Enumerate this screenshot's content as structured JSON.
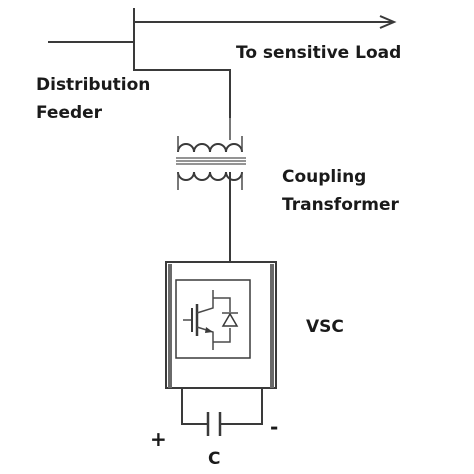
{
  "labels": {
    "load": "To sensitive Load",
    "feeder_line1": "Distribution",
    "feeder_line2": "Feeder",
    "transformer_line1": "Coupling",
    "transformer_line2": "Transformer",
    "converter": "VSC",
    "capacitor": "C",
    "positive": "+",
    "negative": "-"
  },
  "colors": {
    "line": "#3a3a3a",
    "text": "#1a1a1a",
    "background": "#ffffff"
  }
}
